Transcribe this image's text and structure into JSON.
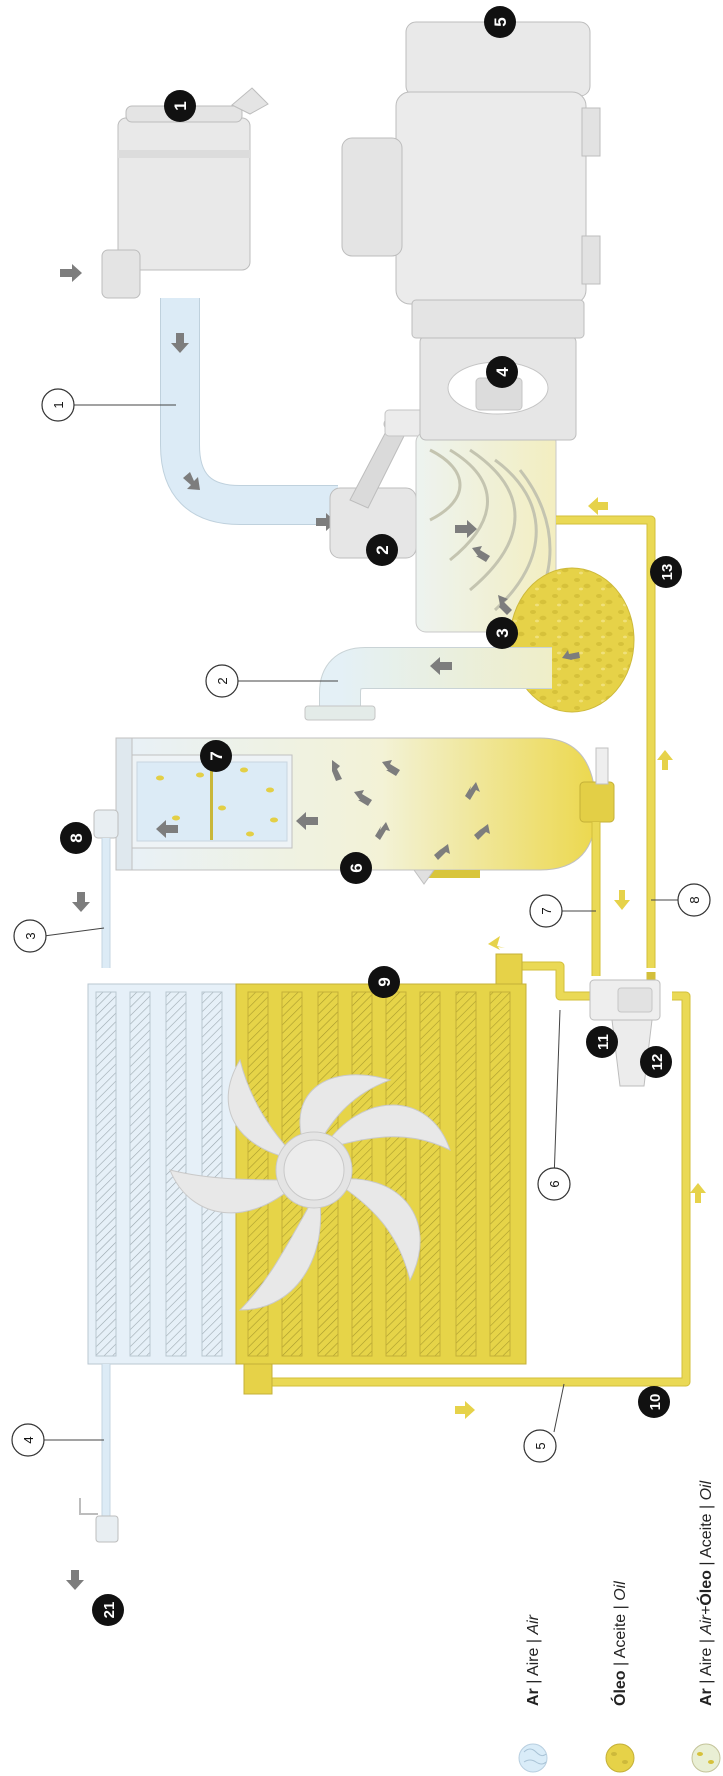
{
  "component_labels": [
    "1",
    "2",
    "3",
    "4",
    "5",
    "6",
    "7",
    "8",
    "9",
    "10",
    "11",
    "12",
    "13",
    "21"
  ],
  "line_labels": [
    "1",
    "2",
    "3",
    "4",
    "5",
    "6",
    "7",
    "8"
  ],
  "legend": [
    {
      "key": "air",
      "bold": "Ar",
      "rest": " | Aire | ",
      "italic": "Air",
      "swatch": "air-swatch-icon"
    },
    {
      "key": "oil",
      "bold": "Óleo",
      "rest": " | Aceite | ",
      "italic": "Oil",
      "swatch": "oil-swatch-icon"
    },
    {
      "key": "air_oil",
      "bold": "Ar",
      "rest": " | Aire | ",
      "italic": "Air+",
      "bold2": "Óleo",
      "rest2": " | Aceite | ",
      "italic2": "Oil",
      "swatch": "air-oil-swatch-icon"
    }
  ],
  "colors": {
    "air": "#d9ecf8",
    "oil": "#e9d64a",
    "machine": "#e9e9e9",
    "outline": "#b9b9b9",
    "arrow_grey": "#7d7d7d",
    "arrow_yellow": "#e6d24a",
    "badge": "#111111"
  }
}
